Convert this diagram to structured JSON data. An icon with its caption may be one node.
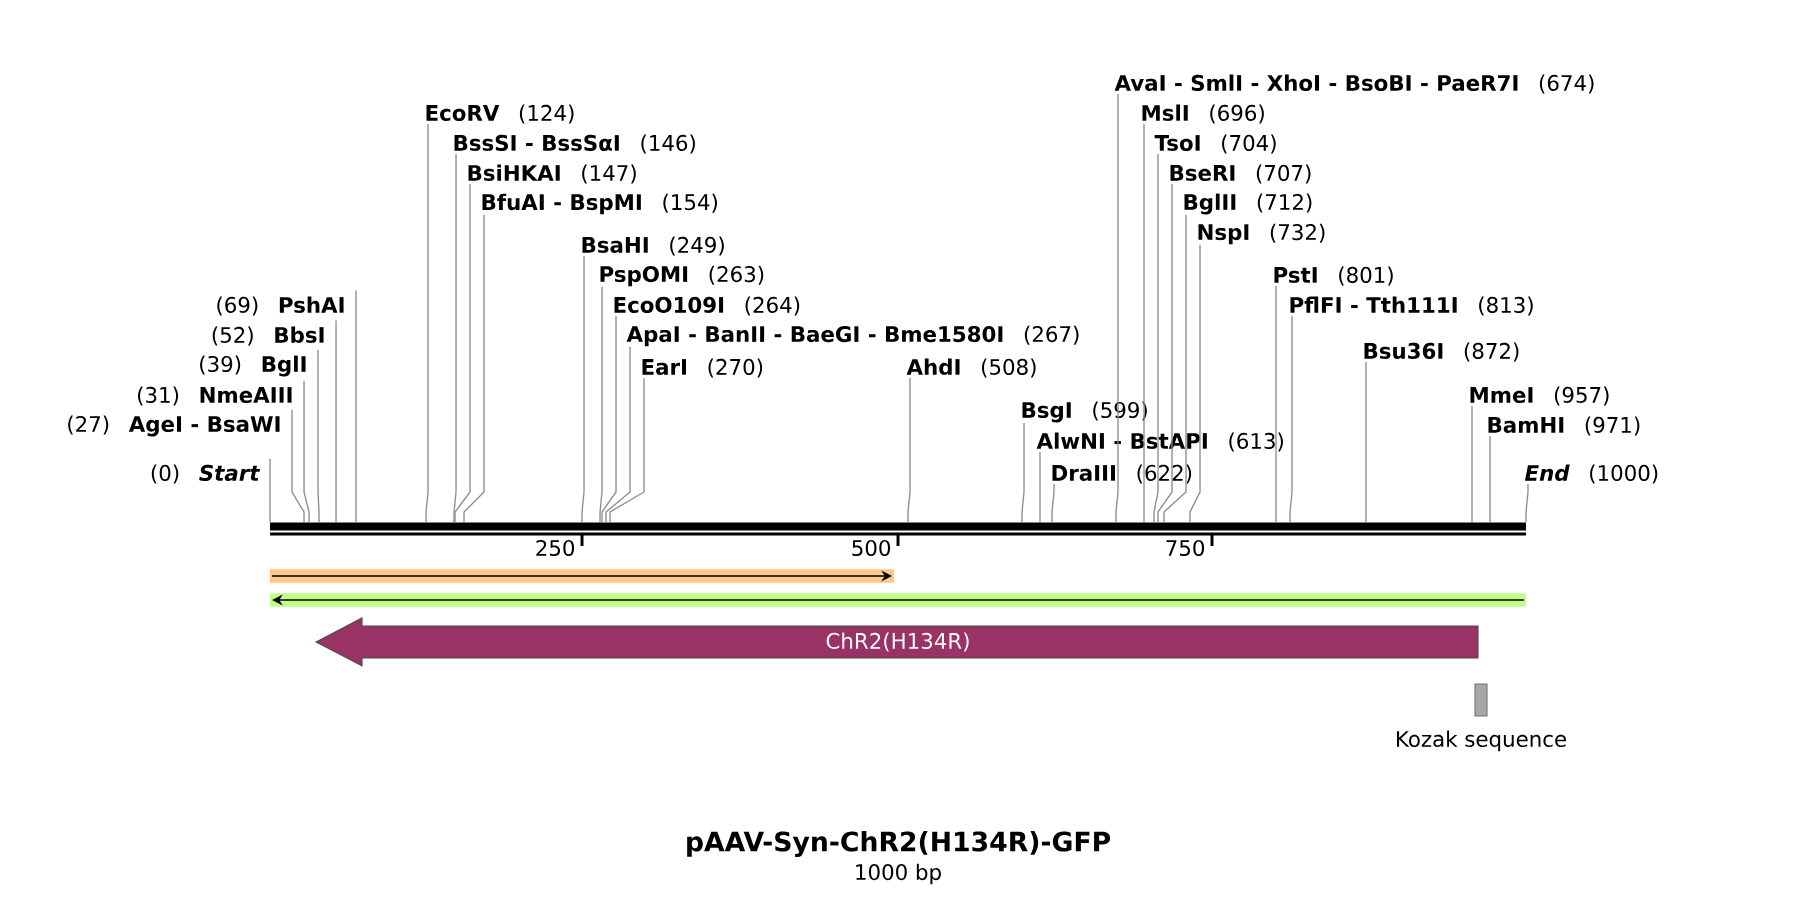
{
  "diagram": {
    "title": "pAAV-Syn-ChR2(H134R)-GFP",
    "nodes": [
      {
        "text": [
          "(69)",
          "PshAI"
        ]
      },
      {
        "text": [
          "(52)",
          "BbsI"
        ]
      },
      {
        "text": [
          "(39)",
          "BglI"
        ]
      },
      {
        "text": [
          "(31)",
          "NmeAIII"
        ]
      },
      {
        "text": [
          "(27)",
          "AgeI - BsaWI"
        ]
      },
      {
        "text": [
          "(0)",
          "Start"
        ]
      },
      {
        "text": [
          "EcoRV",
          "(124)"
        ]
      },
      {
        "text": [
          "BssSI - BssSαI",
          "(146)"
        ]
      },
      {
        "text": [
          "BsiHKAI",
          "(147)"
        ]
      },
      {
        "text": [
          "BfuAI - BspMI",
          "(154)"
        ]
      },
      {
        "text": [
          "BsaHI",
          "(249)"
        ]
      },
      {
        "text": [
          "PspOMI",
          "(263)"
        ]
      },
      {
        "text": [
          "EcoO109I",
          "(264)"
        ]
      },
      {
        "text": [
          "ApaI - BanII - BaeGI - Bme1580I",
          "(267)"
        ]
      },
      {
        "text": [
          "EarI",
          "(270)"
        ]
      },
      {
        "text": [
          "AhdI",
          "(508)"
        ]
      },
      {
        "text": [
          "BsgI",
          "(599)"
        ]
      },
      {
        "text": [
          "AlwNI - BstAPI",
          "(613)"
        ]
      },
      {
        "text": [
          "DraIII",
          "(622)"
        ]
      },
      {
        "text": [
          "AvaI - SmlI - XhoI - BsoBI - PaeR7I",
          "(674)"
        ]
      },
      {
        "text": [
          "MslI",
          "(696)"
        ]
      },
      {
        "text": [
          "TsoI",
          "(704)"
        ]
      },
      {
        "text": [
          "BseRI",
          "(707)"
        ]
      },
      {
        "text": [
          "BglII",
          "(712)"
        ]
      },
      {
        "text": [
          "NspI",
          "(732)"
        ]
      },
      {
        "text": [
          "PstI",
          "(801)"
        ]
      },
      {
        "text": [
          "PflFI - Tth111I",
          "(813)"
        ]
      },
      {
        "text": [
          "Bsu36I",
          "(872)"
        ]
      },
      {
        "text": [
          "MmeI",
          "(957)"
        ]
      },
      {
        "text": [
          "BamHI",
          "(971)"
        ]
      },
      {
        "text": [
          "End",
          "(1000)"
        ]
      },
      {
        "text": [],
        "shape": "bar"
      },
      {
        "text": [],
        "shape": "arrow"
      },
      {
        "text": [],
        "shape": "arrow"
      },
      {
        "text": [
          "ChR2(H134R)"
        ]
      },
      {
        "text": [],
        "shape": "box",
        "beside": [
          "Kozak sequence"
        ]
      }
    ],
    "edges": [
      {
        "from": 0,
        "to": 31,
        "arrow": "none"
      },
      {
        "from": 1,
        "to": 31,
        "arrow": "none"
      },
      {
        "from": 2,
        "to": 31,
        "arrow": "none"
      },
      {
        "from": 3,
        "to": 31,
        "arrow": "none"
      },
      {
        "from": 4,
        "to": 31,
        "arrow": "none"
      },
      {
        "from": 5,
        "to": 31,
        "arrow": "none"
      },
      {
        "from": 6,
        "to": 31,
        "arrow": "none"
      },
      {
        "from": 7,
        "to": 31,
        "arrow": "none"
      },
      {
        "from": 8,
        "to": 31,
        "arrow": "none"
      },
      {
        "from": 9,
        "to": 31,
        "arrow": "none"
      },
      {
        "from": 10,
        "to": 31,
        "arrow": "none"
      },
      {
        "from": 11,
        "to": 31,
        "arrow": "none"
      },
      {
        "from": 12,
        "to": 31,
        "arrow": "none"
      },
      {
        "from": 13,
        "to": 31,
        "arrow": "none"
      },
      {
        "from": 14,
        "to": 31,
        "arrow": "none"
      },
      {
        "from": 15,
        "to": 31,
        "arrow": "none"
      },
      {
        "from": 16,
        "to": 31,
        "arrow": "none"
      },
      {
        "from": 17,
        "to": 31,
        "arrow": "none"
      },
      {
        "from": 18,
        "to": 31,
        "arrow": "none"
      },
      {
        "from": 19,
        "to": 31,
        "arrow": "none"
      },
      {
        "from": 20,
        "to": 31,
        "arrow": "none"
      },
      {
        "from": 21,
        "to": 31,
        "arrow": "none"
      },
      {
        "from": 22,
        "to": 31,
        "arrow": "none"
      },
      {
        "from": 23,
        "to": 31,
        "arrow": "none"
      },
      {
        "from": 24,
        "to": 31,
        "arrow": "none"
      },
      {
        "from": 25,
        "to": 31,
        "arrow": "none"
      },
      {
        "from": 26,
        "to": 31,
        "arrow": "none"
      },
      {
        "from": 27,
        "to": 31,
        "arrow": "none"
      },
      {
        "from": 28,
        "to": 31,
        "arrow": "none"
      },
      {
        "from": 29,
        "to": 31,
        "arrow": "none"
      },
      {
        "from": 30,
        "to": 31,
        "arrow": "none"
      }
    ],
    "labels": [
      "250",
      "500",
      "750",
      "1000 bp"
    ]
  }
}
